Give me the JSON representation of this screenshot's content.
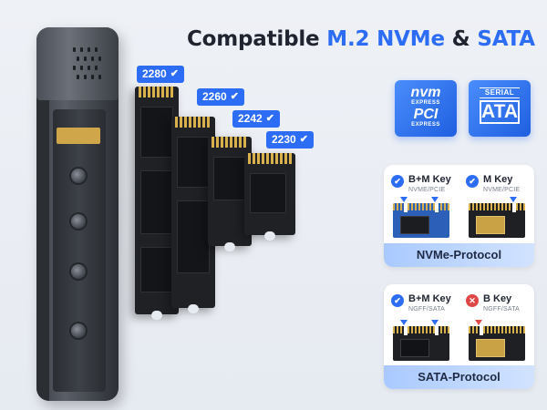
{
  "headline": {
    "prefix": "Compatible ",
    "accent_1": "M.2 NVMe",
    "joiner": " & ",
    "accent_2": "SATA"
  },
  "size_tags": [
    {
      "label": "2280",
      "icon": "check-icon"
    },
    {
      "label": "2260",
      "icon": "check-icon"
    },
    {
      "label": "2242",
      "icon": "check-icon"
    },
    {
      "label": "2230",
      "icon": "check-icon"
    }
  ],
  "logos": {
    "nvm": {
      "line1": "nvm",
      "line2": "EXPRESS",
      "line3": "PCI",
      "line4": "EXPRESS"
    },
    "sata": {
      "line1": "SERIAL",
      "line2": "ATA"
    }
  },
  "panels": {
    "nvme": {
      "left": {
        "title": "B+M Key",
        "subtitle": "NVME/PCIE",
        "status": "check-icon"
      },
      "right": {
        "title": "M Key",
        "subtitle": "NVME/PCIE",
        "status": "check-icon"
      },
      "footer": "NVMe-Protocol"
    },
    "sata": {
      "left": {
        "title": "B+M Key",
        "subtitle": "NGFF/SATA",
        "status": "check-icon"
      },
      "right": {
        "title": "B Key",
        "subtitle": "NGFF/SATA",
        "status": "cross-icon"
      },
      "footer": "SATA-Protocol"
    }
  },
  "colors": {
    "accent": "#2d6df6",
    "reject": "#e04646",
    "gold_contacts": "#d8b04c"
  }
}
